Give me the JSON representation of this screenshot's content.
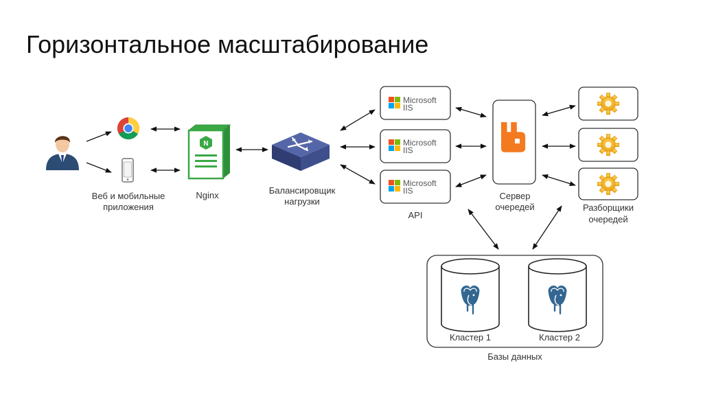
{
  "title": "Горизонтальное масштабирование",
  "labels": {
    "clients": [
      "Веб и мобильные",
      "приложения"
    ],
    "nginx": "Nginx",
    "balancer": [
      "Балансировщик",
      "нагрузки"
    ],
    "api": "API",
    "queue_server": [
      "Сервер",
      "очередей"
    ],
    "parsers": [
      "Разборщики",
      "очередей"
    ],
    "cluster1": "Кластер 1",
    "cluster2": "Кластер 2",
    "databases": "Базы данных"
  },
  "iis_logo": {
    "brand": "Microsoft",
    "product": "IIS"
  },
  "colors": {
    "nginx_green": "#3aa845",
    "rabbitmq_orange": "#f47a20",
    "gear_gold": "#f2b01e",
    "postgres_blue": "#336791",
    "router_blue": "#3e4f8c",
    "ms_red": "#f25022",
    "ms_green": "#7fba00",
    "ms_blue": "#00a4ef",
    "ms_yellow": "#ffb900"
  },
  "icons": [
    "user-icon",
    "chrome-icon",
    "mobile-phone-icon",
    "nginx-server-icon",
    "router-icon",
    "iis-logo",
    "rabbitmq-icon",
    "gear-icon",
    "postgresql-icon"
  ]
}
